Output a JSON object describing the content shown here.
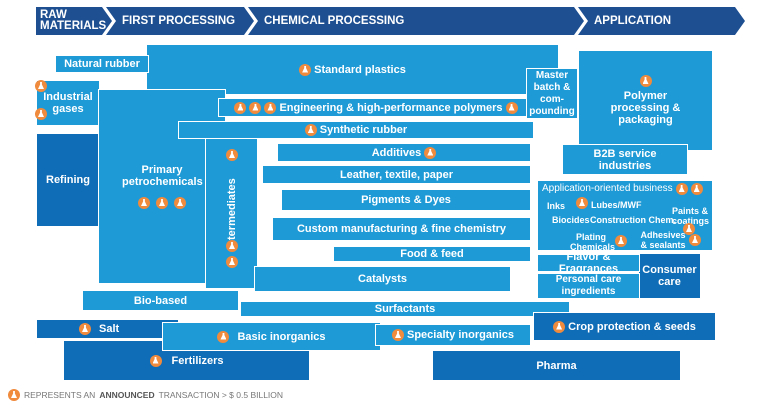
{
  "header": {
    "raw": "RAW MATERIALS",
    "first": "FIRST PROCESSING",
    "chemical": "CHEMICAL PROCESSING",
    "application": "APPLICATION"
  },
  "boxes": {
    "natural_rubber": "Natural rubber",
    "standard_plastics": "Standard plastics",
    "industrial_gases": "Industrial gases",
    "refining": "Refining",
    "primary_petrochemicals": "Primary petrochemicals",
    "engineering": "Engineering & high-performance polymers",
    "master_batch": "Master batch & com-pounding",
    "polymer_processing": "Polymer processing & packaging",
    "synthetic_rubber": "Synthetic rubber",
    "intermediates": "Intermediates",
    "additives": "Additives",
    "leather": "Leather, textile, paper",
    "pigments": "Pigments & Dyes",
    "custom": "Custom manufacturing & fine chemistry",
    "food": "Food & feed",
    "catalysts": "Catalysts",
    "b2b": "B2B service industries",
    "app_oriented": "Application-oriented business",
    "inks": "Inks",
    "lubes": "Lubes/MWF",
    "paints": "Paints & coatings",
    "biocides": "Biocides",
    "construction": "Construction Chem.",
    "plating": "Plating Chemicals",
    "adhesives": "Adhesives & sealants",
    "flavor": "Flavor & Fragrances",
    "consumer_care": "Consumer care",
    "personal_care": "Personal care ingredients",
    "bio_based": "Bio-based",
    "surfactants": "Surfactants",
    "salt": "Salt",
    "basic_inorganics": "Basic inorganics",
    "specialty_inorganics": "Specialty inorganics",
    "crop": "Crop protection & seeds",
    "fertilizers": "Fertilizers",
    "pharma": "Pharma"
  },
  "legend": {
    "pre": "REPRESENTS AN",
    "bold": "ANNOUNCED",
    "post": "TRANSACTION > $ 0.5 BILLION"
  },
  "colors": {
    "header": "#1d4f91",
    "light": "#1e9ad6",
    "dark": "#0f6cb6",
    "flask": "#f08a3c"
  }
}
